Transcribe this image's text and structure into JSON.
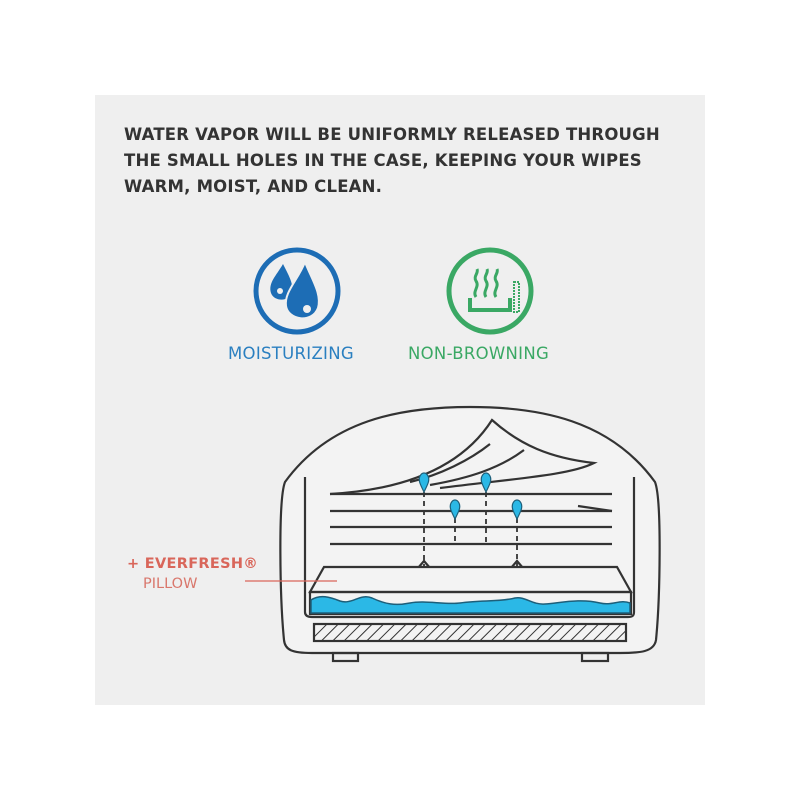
{
  "headline": "WATER VAPOR WILL BE UNIFORMLY RELEASED THROUGH THE SMALL HOLES IN THE CASE, KEEPING YOUR WIPES WARM, MOIST, AND CLEAN.",
  "features": [
    {
      "label": "MOISTURIZING",
      "icon": "water-drops-icon",
      "color": "#1d6db5"
    },
    {
      "label": "NON-BROWNING",
      "icon": "steam-heat-icon",
      "color": "#3aa864"
    }
  ],
  "callout": {
    "brand": "+ EVERFRESH®",
    "item": "PILLOW",
    "color": "#d9665a"
  },
  "colors": {
    "water": "#2bb8e6",
    "outline": "#333333",
    "background": "#efefef"
  }
}
